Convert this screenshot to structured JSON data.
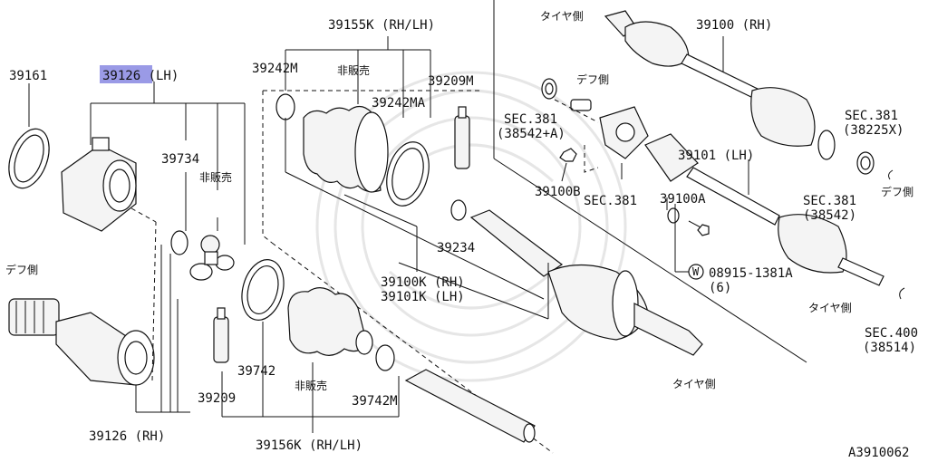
{
  "labels": {
    "p39161": "39161",
    "p39126lh": "39126 (LH)",
    "p39734": "39734",
    "hihanbai1": "非販売",
    "defu_left": "デフ側",
    "p39126rh": "39126 (RH)",
    "p39155k": "39155K (RH/LH)",
    "p39242m": "39242M",
    "hihanbai2": "非販売",
    "p39209m": "39209M",
    "p39242ma": "39242MA",
    "p39234": "39234",
    "p39100k": "39100K (RH)",
    "p39101k": "39101K (LH)",
    "p39742": "39742",
    "hihanbai3": "非販売",
    "p39742m": "39742M",
    "p39209": "39209",
    "p39156k": "39156K (RH/LH)",
    "tire_top": "タイヤ側",
    "p39100rh": "39100 (RH)",
    "defu_mid": "デフ側",
    "sec381a": "SEC.381",
    "sec381a_num": "(38542+A)",
    "p39100b": "39100B",
    "sec381b": "SEC.381",
    "p39101lh": "39101 (LH)",
    "p39100a": "39100A",
    "sec381c": "SEC.381",
    "sec381c_num": "(38225X)",
    "defu_right": "デフ側",
    "sec381d": "SEC.381",
    "sec381d_num": "(38542)",
    "bolt_w": "W",
    "bolt_num": "08915-1381A",
    "bolt_qty": "(6)",
    "tire_right": "タイヤ側",
    "sec400": "SEC.400",
    "sec400_num": "(38514)",
    "tire_bottom": "タイヤ側",
    "diagram_code": "A3910062"
  },
  "colors": {
    "highlight": "#9a9ae6",
    "line": "#111111",
    "watermark": "#e6e6e6"
  }
}
